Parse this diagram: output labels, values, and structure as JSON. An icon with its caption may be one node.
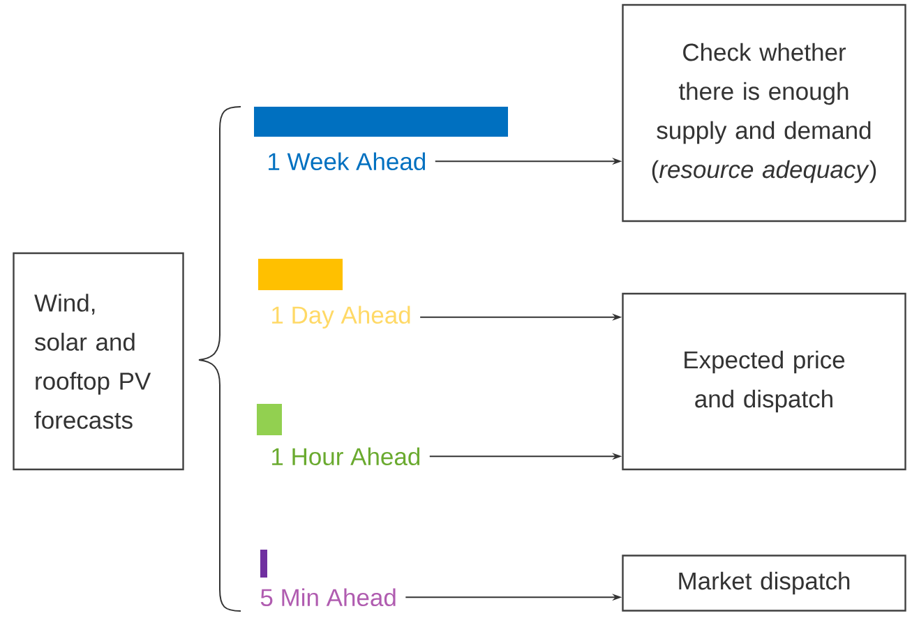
{
  "diagram": {
    "nodes": [
      {
        "text": [
          "Wind, solar and rooftop PV forecasts"
        ]
      },
      {
        "text": [
          "1 Week Ahead"
        ]
      },
      {
        "text": [
          "1 Day Ahead"
        ]
      },
      {
        "text": [
          "1 Hour Ahead"
        ]
      },
      {
        "text": [
          "5 Min Ahead"
        ]
      },
      {
        "text": [
          "Check whether there is enough supply and demand (*resource adequacy*)"
        ]
      },
      {
        "text": [
          "Expected price and dispatch"
        ]
      },
      {
        "text": [
          "Market dispatch"
        ]
      }
    ],
    "edges": [
      {
        "from": 1,
        "to": 5,
        "arrow": "to"
      },
      {
        "from": 2,
        "to": 6,
        "arrow": "to"
      },
      {
        "from": 3,
        "to": 6,
        "arrow": "to"
      },
      {
        "from": 4,
        "to": 7,
        "arrow": "to"
      }
    ]
  }
}
